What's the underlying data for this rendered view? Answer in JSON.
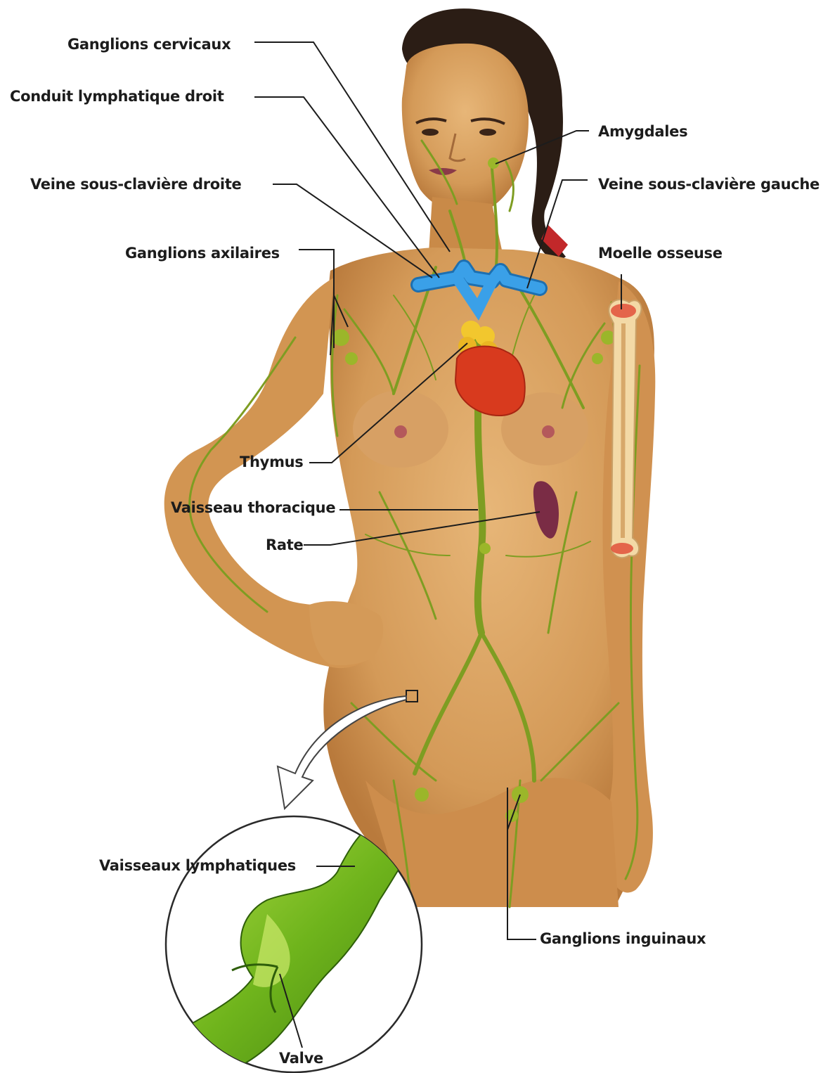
{
  "labels": {
    "ganglions_cervicaux": "Ganglions cervicaux",
    "conduit_lymphatique_droit": "Conduit lymphatique droit",
    "veine_sous_claviere_droite": "Veine sous-clavière droite",
    "ganglions_axillaires": "Ganglions axilaires",
    "thymus": "Thymus",
    "vaisseau_thoracique": "Vaisseau thoracique",
    "rate": "Rate",
    "amygdales": "Amygdales",
    "veine_sous_claviere_gauche": "Veine sous-clavière gauche",
    "moelle_osseuse": "Moelle osseuse",
    "vaisseaux_lymphatiques": "Vaisseaux lymphatiques",
    "ganglions_inguinaux": "Ganglions inguinaux",
    "valve": "Valve"
  },
  "colors": {
    "skin": "#d9a15f",
    "skin_shadow": "#b87434",
    "lymph": "#7a9a1e",
    "lymph_node": "#9bb62a",
    "vein": "#2f8fd6",
    "heart": "#d93a1e",
    "thymus": "#f0c62e",
    "spleen": "#7a2c45",
    "bone": "#f3d9a6",
    "marrow": "#e0503a",
    "hair": "#2a1c14",
    "leader_line": "#1c1c1c"
  }
}
